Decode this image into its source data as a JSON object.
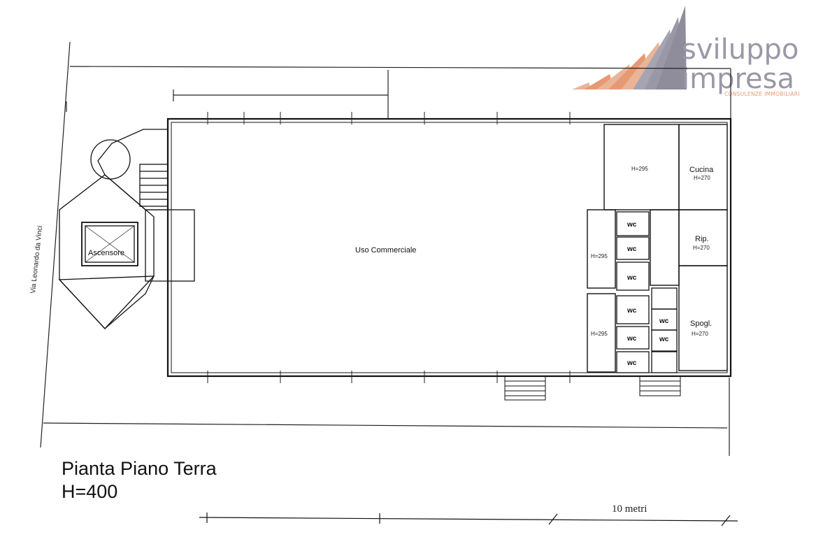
{
  "logo": {
    "line1": "sviluppo",
    "line2": "impresa",
    "tagline": "CONSULENZE IMMOBILIARI",
    "gray": "#9a98a6",
    "orange": "#e59a73"
  },
  "plan": {
    "street": "Via Leonardo da Vinci",
    "rooms": {
      "main": "Uso Commerciale",
      "elevator": "Ascensore",
      "kitchen": "Cucina",
      "kitchen_h": "H=270",
      "storage": "Rip.",
      "storage_h": "H=270",
      "locker": "Spogl.",
      "locker_h": "H=270",
      "office_h": "H=295",
      "wc_group_h1": "H=295",
      "wc_group_h2": "H=295",
      "wc": "wc"
    }
  },
  "title": {
    "line1": "Pianta Piano Terra",
    "line2": "H=400"
  },
  "scale": {
    "label": "10 metri"
  }
}
